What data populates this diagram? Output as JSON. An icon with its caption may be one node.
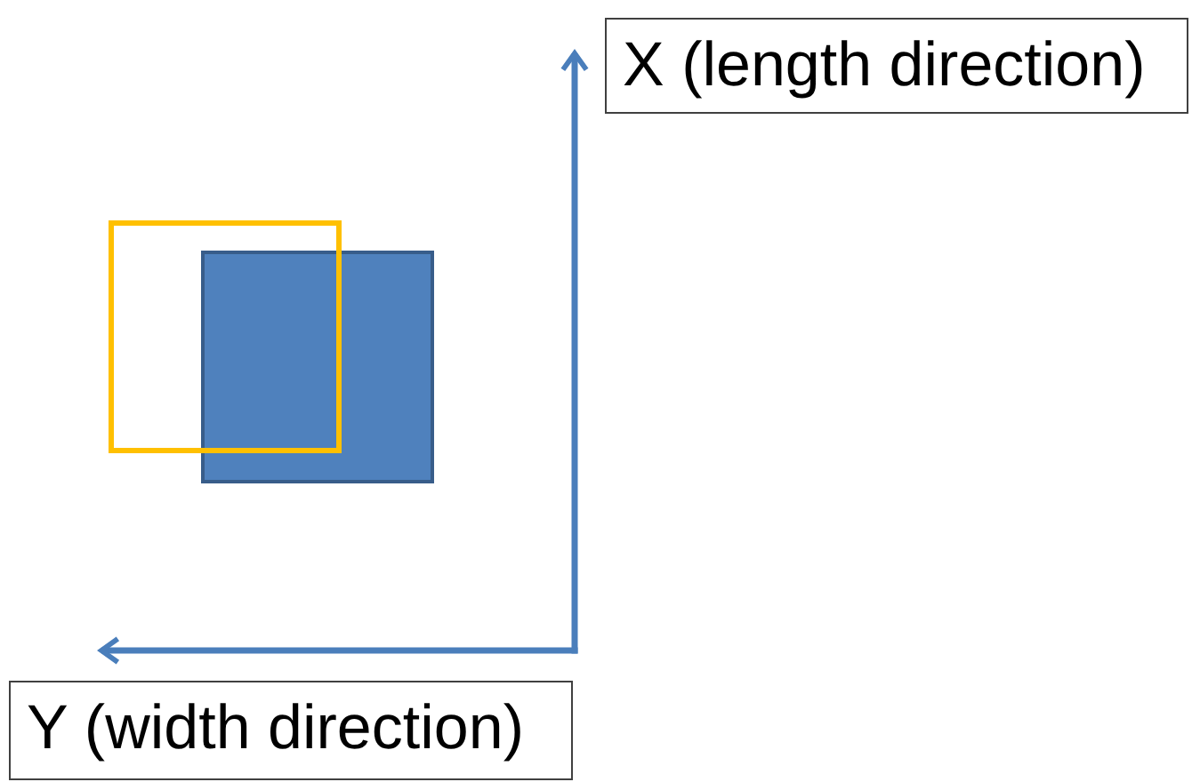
{
  "diagram": {
    "nodes": [
      {
        "text": [
          "X (length direction)"
        ]
      },
      {
        "text": [],
        "shape": "box"
      },
      {
        "text": [],
        "shape": "box"
      },
      {
        "text": [
          "Y (width direction)"
        ]
      }
    ],
    "edges": [
      {
        "from": null,
        "to": 0,
        "arrow": "to"
      },
      {
        "from": null,
        "to": 3,
        "arrow": "to"
      }
    ]
  }
}
